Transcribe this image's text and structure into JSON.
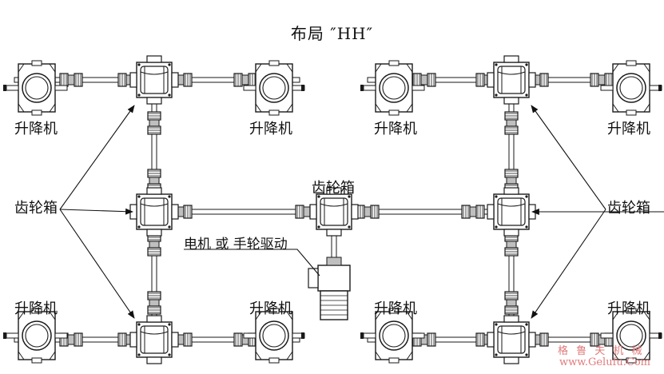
{
  "title": "布局 ″HH″",
  "labels": {
    "jack": "升降机",
    "gearbox": "齿轮箱",
    "drive": "电机 或 手轮驱动"
  },
  "watermark": {
    "cn": "格 鲁 夫 机 械",
    "url": "www.Gelufu.Com",
    "color": "#e07a7a"
  },
  "colors": {
    "line": "#1a1a1a",
    "fill": "#ffffff",
    "shade": "#bfbfbf"
  }
}
